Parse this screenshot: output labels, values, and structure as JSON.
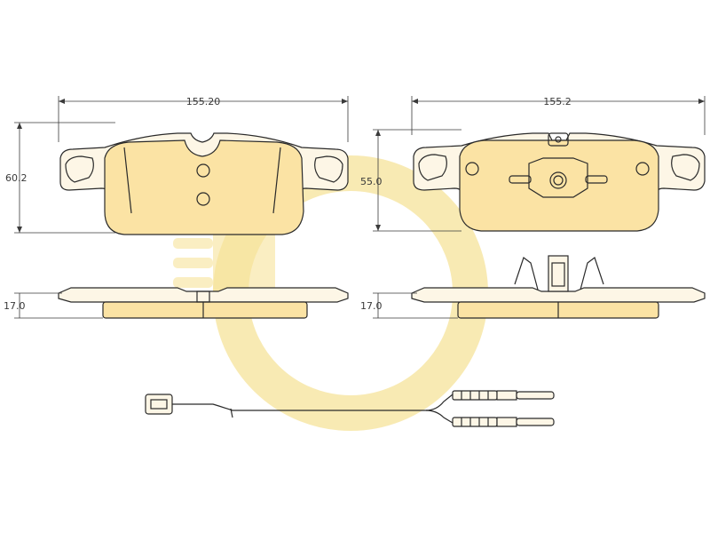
{
  "dimensions": {
    "front_width": "155.20",
    "rear_width": "155.2",
    "front_height": "60.2",
    "rear_height": "55.0",
    "front_thickness": "17.0",
    "rear_thickness": "17.0"
  },
  "colors": {
    "pad_friction": "#fbe3a4",
    "watermark": "#f6e39a",
    "line": "#2a2a2a"
  }
}
